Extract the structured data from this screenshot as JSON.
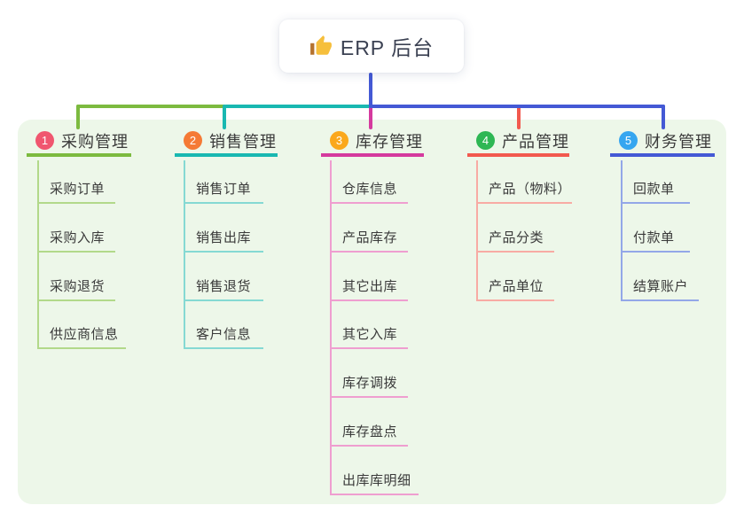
{
  "root": {
    "label": "ERP 后台",
    "icon": "thumbs-up",
    "line_color": "#4459d5"
  },
  "panel_color": "#edf7e9",
  "branches": [
    {
      "index": "1",
      "label": "采购管理",
      "badge_color": "#f0566f",
      "color": "#7cba3f",
      "light_color": "#b2d98a",
      "children": [
        "采购订单",
        "采购入库",
        "采购退货",
        "供应商信息"
      ]
    },
    {
      "index": "2",
      "label": "销售管理",
      "badge_color": "#f57a35",
      "color": "#19b8b1",
      "light_color": "#85d9d3",
      "children": [
        "销售订单",
        "销售出库",
        "销售退货",
        "客户信息"
      ]
    },
    {
      "index": "3",
      "label": "库存管理",
      "badge_color": "#fba81c",
      "color": "#d53a9e",
      "light_color": "#ef9ed0",
      "children": [
        "仓库信息",
        "产品库存",
        "其它出库",
        "其它入库",
        "库存调拨",
        "库存盘点",
        "出库库明细"
      ]
    },
    {
      "index": "4",
      "label": "产品管理",
      "badge_color": "#2eb754",
      "color": "#f2594e",
      "light_color": "#f8aba4",
      "children": [
        "产品（物料）",
        "产品分类",
        "产品单位"
      ]
    },
    {
      "index": "5",
      "label": "财务管理",
      "badge_color": "#36a6f0",
      "color": "#4459d5",
      "light_color": "#93a7e8",
      "children": [
        "回款单",
        "付款单",
        "结算账户"
      ]
    }
  ]
}
